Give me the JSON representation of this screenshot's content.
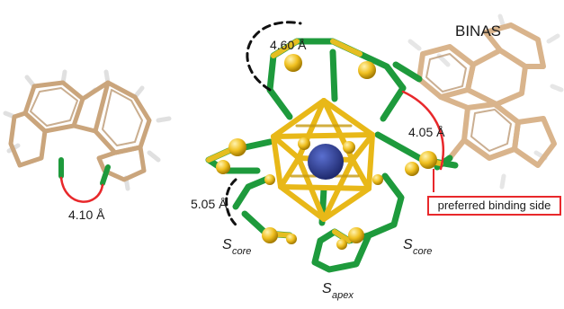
{
  "labels": {
    "left_distance": "4.10 Å",
    "top_distance": "4.60 Å",
    "right_distance": "4.05 Å",
    "side_distance": "5.05 Å",
    "binas": "BINAS",
    "preferred": "preferred binding side",
    "s_core_left_main": "S",
    "s_core_left_sub": "core",
    "s_core_right_main": "S",
    "s_core_right_sub": "core",
    "s_apex_main": "S",
    "s_apex_sub": "apex"
  },
  "colors": {
    "carbon": "#d9b48c",
    "hydrogen": "#f2f2f2",
    "sulfur": "#1e9a3c",
    "gold": "#f0c020",
    "core": "#2c3a8c",
    "highlight": "#e8282b",
    "dashed": "#111111"
  }
}
